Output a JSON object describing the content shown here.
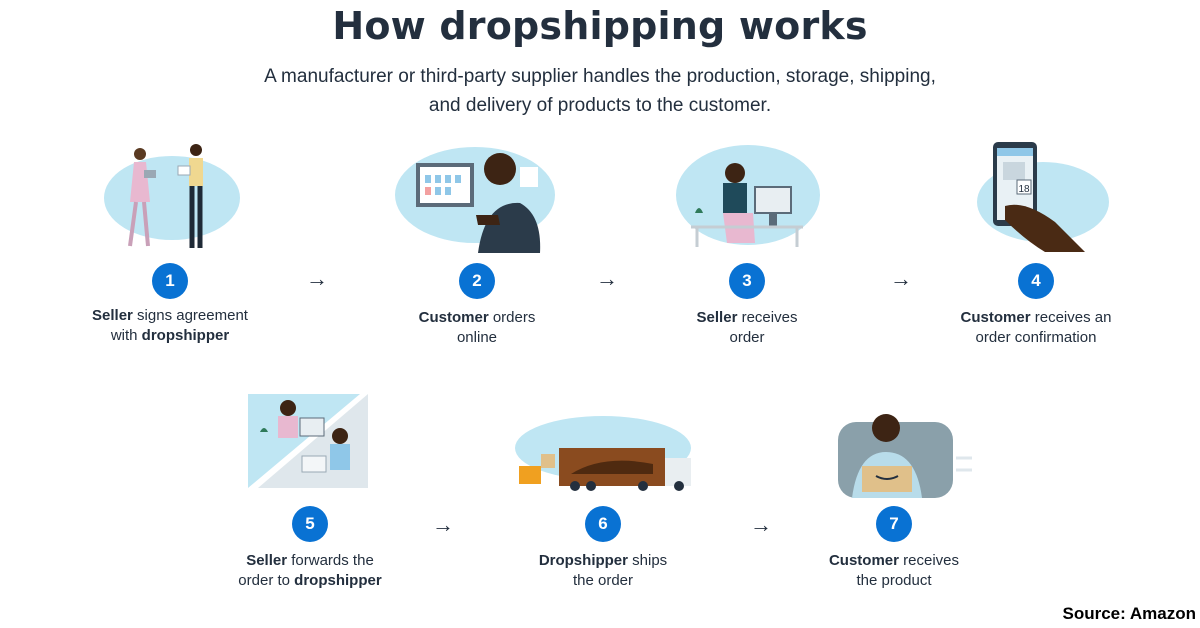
{
  "title": "How dropshipping works",
  "subtitle": "A manufacturer or third-party supplier handles the production, storage, shipping, and delivery of products to the customer.",
  "steps": [
    {
      "number": "1",
      "bold1": "Seller",
      "text1": " signs agreement",
      "text2": "with ",
      "bold2": "dropshipper"
    },
    {
      "number": "2",
      "bold1": "Customer",
      "text1": " orders",
      "text2": "online",
      "bold2": ""
    },
    {
      "number": "3",
      "bold1": "Seller",
      "text1": " receives",
      "text2": "order",
      "bold2": ""
    },
    {
      "number": "4",
      "bold1": "Customer",
      "text1": " receives an",
      "text2": "order confirmation",
      "bold2": ""
    },
    {
      "number": "5",
      "bold1": "Seller",
      "text1": " forwards the",
      "text2": "order to ",
      "bold2": "dropshipper"
    },
    {
      "number": "6",
      "bold1": "Dropshipper",
      "text1": " ships",
      "text2": "the order",
      "bold2": ""
    },
    {
      "number": "7",
      "bold1": "Customer",
      "text1": " receives",
      "text2": "the product",
      "bold2": ""
    }
  ],
  "arrow_glyph": "→",
  "calendar_day": "18",
  "source": "Source: Amazon",
  "colors": {
    "accent": "#0972d3",
    "blob": "#bfe6f3",
    "text": "#232f3e",
    "truck": "#8a4b1f"
  }
}
